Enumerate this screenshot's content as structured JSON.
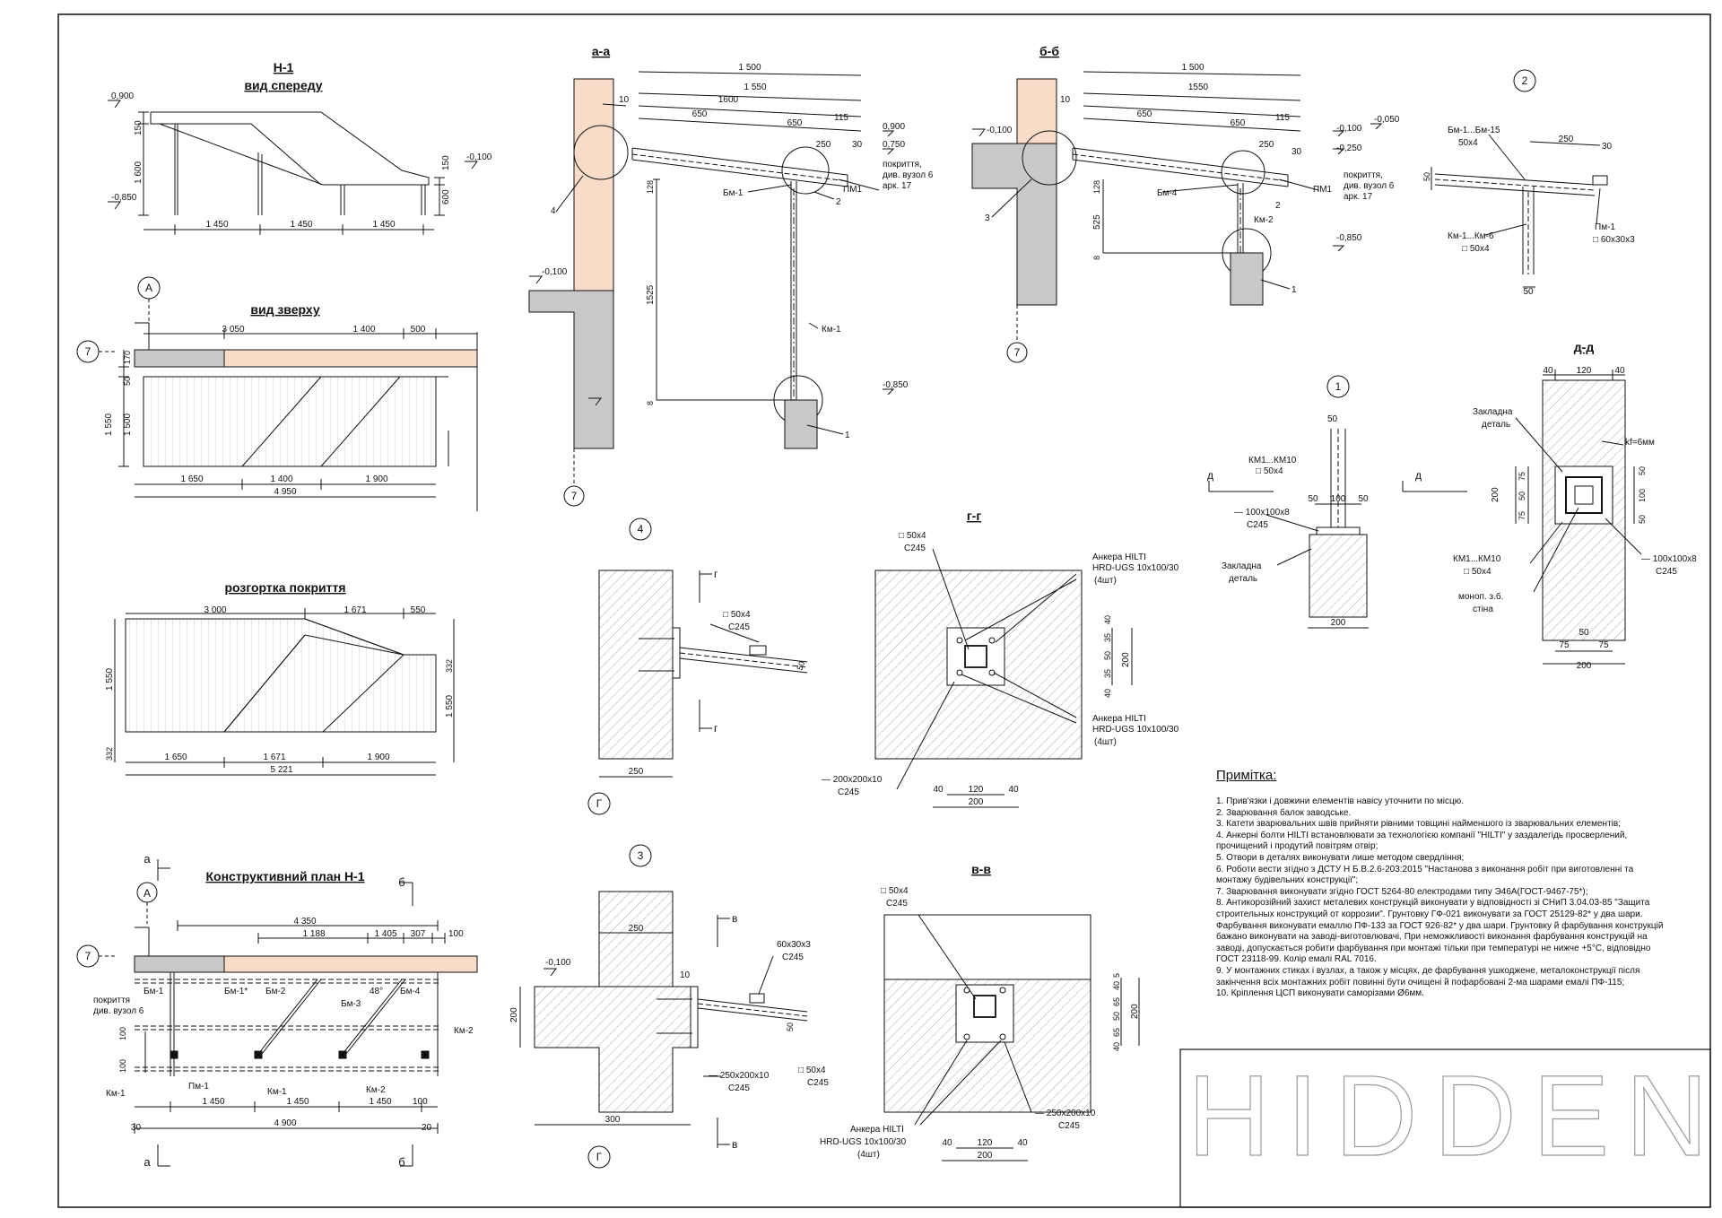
{
  "titles": {
    "h1": "Н-1",
    "front": "вид спереду",
    "top": "вид зверху",
    "unfold": "розгортка покриття",
    "plan": "Конструктивний план Н-1",
    "aa": "а-а",
    "bb": "б-б",
    "gg": "г-г",
    "vv": "в-в",
    "dd": "д-д"
  },
  "front": {
    "l1": "0,900",
    "l2": "-0,850",
    "l3": "-0,100",
    "d150": "150",
    "d1600": "1 600",
    "d150b": "150",
    "d600": "600",
    "d1": "1 450",
    "d2": "1 450",
    "d3": "1 450"
  },
  "top": {
    "axis": "А",
    "axis7": "7",
    "d1": "3 050",
    "d2": "1 400",
    "d3": "500",
    "d170": "170",
    "d50": "50",
    "d1550": "1 550",
    "d1500": "1 500",
    "b1": "1 650",
    "b2": "1 400",
    "b3": "1 900",
    "tot": "4 950"
  },
  "unfold": {
    "d1": "3 000",
    "d2": "1 671",
    "d3": "550",
    "l1550": "1 550",
    "l332": "332",
    "r332": "332",
    "r1550": "1 550",
    "b1": "1 650",
    "b2": "1 671",
    "b3": "1 900",
    "tot": "5 221"
  },
  "plan": {
    "cut_a": "а",
    "cut_b": "б",
    "axis": "А",
    "axis7": "7",
    "d4350": "4 350",
    "d1188": "1 188",
    "d1405": "1 405",
    "d307": "307",
    "d100": "100",
    "bm1": "Бм-1",
    "bm1s": "Бм-1*",
    "bm2": "Бм-2",
    "bm3": "Бм-3",
    "bm4": "Бм-4",
    "angle": "48°",
    "cover": "покриття",
    "cover2": "див. вузол 6",
    "km1": "Км-1",
    "km1b": "Км-1",
    "km2": "Км-2",
    "km2b": "Км-2",
    "pm1": "Пм-1",
    "v100a": "100",
    "v100b": "100",
    "b1": "1 450",
    "b2": "1 450",
    "b3": "1 450",
    "b4": "100",
    "s30": "30",
    "tot": "4 900",
    "s20": "20"
  },
  "aa": {
    "d1500": "1 500",
    "d1550": "1 550",
    "d1600": "1600",
    "d650a": "650",
    "d650b": "650",
    "d115": "115",
    "d250": "250",
    "d30": "30",
    "d10": "10",
    "l0900": "0,900",
    "l0750": "0,750",
    "l0100": "-0,100",
    "l0850": "-0,850",
    "c1": "покриття,",
    "c2": "див. вузол 6",
    "c3": "арк. 17",
    "pm1": "ПМ1",
    "bm1": "Бм-1",
    "km1": "Км-1",
    "n1": "1",
    "n2": "2",
    "n4": "4",
    "v128": "128",
    "v1525": "1525",
    "v8": "8",
    "axis7": "7"
  },
  "bb": {
    "d1500": "1 500",
    "d1550": "1550",
    "d650a": "650",
    "d650b": "650",
    "d115": "115",
    "d250": "250",
    "d30": "30",
    "d10": "10",
    "l0100": "-0,100",
    "l0100r": "-0,100",
    "l0050": "-0,050",
    "l0250": "-0,250",
    "l0850": "-0,850",
    "c1": "покриття,",
    "c2": "див. вузол 6",
    "c3": "арк. 17",
    "pm1": "ПМ1",
    "bm4": "Бм-4",
    "km2": "Км-2",
    "n1": "1",
    "n2": "2",
    "n3": "3",
    "v128": "128",
    "v525": "525",
    "v8": "8",
    "axis7": "7"
  },
  "node2": {
    "num": "2",
    "bm": "Бм-1...Бм-15",
    "bm_s": "50х4",
    "d250": "250",
    "d30": "30",
    "d50": "50",
    "km": "Км-1...Км-6",
    "km_s": "□ 50х4",
    "pm": "Пм-1",
    "pm_s": "□ 60х30х3",
    "b50": "50"
  },
  "node1": {
    "num": "1",
    "d50": "50",
    "km": "КМ1...КМ10",
    "km_s": "□ 50х4",
    "p1": "50",
    "p2": "100",
    "p3": "50",
    "plate": "— 100х100х8",
    "plate_s": "С245",
    "emb1": "Закладна",
    "emb2": "деталь",
    "b200": "200",
    "cut": "д"
  },
  "dd": {
    "t40a": "40",
    "t120": "120",
    "t40b": "40",
    "emb1": "Закладна",
    "emb2": "деталь",
    "kf": "kf=6мм",
    "v200": "200",
    "v75a": "75",
    "v50": "50",
    "v75b": "75",
    "r50": "50",
    "r100": "100",
    "r50b": "50",
    "km": "КМ1...КМ10",
    "km_s": "□ 50х4",
    "plate": "— 100х100х8",
    "plate_s": "С245",
    "wall1": "моноп. з.б.",
    "wall2": "стіна",
    "b75a": "75",
    "b50": "50",
    "b75b": "75",
    "b200": "200"
  },
  "node4": {
    "num": "4",
    "cut": "г",
    "p": "□ 50х4",
    "p_s": "С245",
    "d50": "50",
    "b250": "250",
    "axis": "Г"
  },
  "gg": {
    "p": "□ 50х4",
    "p_s": "С245",
    "anc1": "Анкера HILTI",
    "anc2": "HRD-UGS 10х100/30",
    "anc3": "(4шт)",
    "plate": "— 200х200х10",
    "plate_s": "С245",
    "r40a": "40",
    "r35a": "35",
    "r50": "50",
    "r35b": "35",
    "r40b": "40",
    "r200": "200",
    "b40a": "40",
    "b120": "120",
    "b40b": "40",
    "b200": "200"
  },
  "node3": {
    "num": "3",
    "cut": "в",
    "l0100": "-0,100",
    "t250": "250",
    "d10": "10",
    "v200": "200",
    "prof": "60х30х3",
    "prof_s": "С245",
    "d50": "50",
    "plate": "— 250х200х10",
    "plate_s": "С245",
    "p": "□ 50х4",
    "p_s": "С245",
    "b300": "300",
    "axis": "Г"
  },
  "vv": {
    "p": "□ 50х4",
    "p_s": "С245",
    "r5": "5",
    "r40a": "40",
    "r65a": "65",
    "r50": "50",
    "r65b": "65",
    "r40b": "40",
    "r200": "200",
    "anc1": "Анкера HILTI",
    "anc2": "HRD-UGS 10х100/30",
    "anc3": "(4шт)",
    "plate": "— 250х200х10",
    "plate_s": "С245",
    "b40a": "40",
    "b120": "120",
    "b40b": "40",
    "b200": "200"
  },
  "notes": {
    "title": "Примітка:",
    "items": [
      "1. Прив'язки і довжини елементів навісу уточнити по місцю.",
      "2. Зварювання балок заводське.",
      "3. Катети зварювальних швів прийняти рівними товщині найменшого із зварювальних елементів;",
      "4. Анкерні болти HILTI  встановлювати за технологією компанії \"HILTI\" у заздалегідь просверлений, прочищений і продутий повітрям отвір;",
      "5. Отвори в деталях виконувати лише методом свердління;",
      "6. Роботи вести згідно з   ДСТУ  Н Б.В.2.6-203:2015 \"Настанова з виконання робіт при виготовленні та монтажу будівельних конструкції\";",
      "7. Зварювання виконувати згідно ГОСТ 5264-80 електродами типу Э46А(ГОСТ-9467-75*);",
      "8. Антикорозійний захист металевих конструкцій виконувати у відповідності зі СНиП 3.04.03-85 \"Защита строительных конструкций от коррозии\". Грунтовку ГФ-021 виконувати за ГОСТ 25129-82* у два шари. Фарбування виконувати емаллю ПФ-133 за ГОСТ 926-82* у два шари. Грунтовку й фарбування конструкцій бажано виконувати на заводі-виготовлювачі. При неможкливості виконання фарбування конструкцій на заводі, допускається робити фарбування при монтажі тільки при температурі не нижче +5°С, відповідно ГОСТ 23118-99. Колір емалі RAL 7016.",
      "9. У монтажних стиках і вузлах, а також у місцях, де фарбування ушкоджене, металоконструкції після закінчення всіх монтажних робіт повинні бути очищені й пофарбовані 2-ма шарами емалі ПФ-115;",
      "10. Кріплення ЦСП виконувати саморізами Ø6мм."
    ]
  },
  "stamp": {
    "text": "HIDDEN"
  },
  "colors": {
    "wall": "#f8dcc8",
    "concrete": "#c8c8c8",
    "line": "#111111"
  }
}
